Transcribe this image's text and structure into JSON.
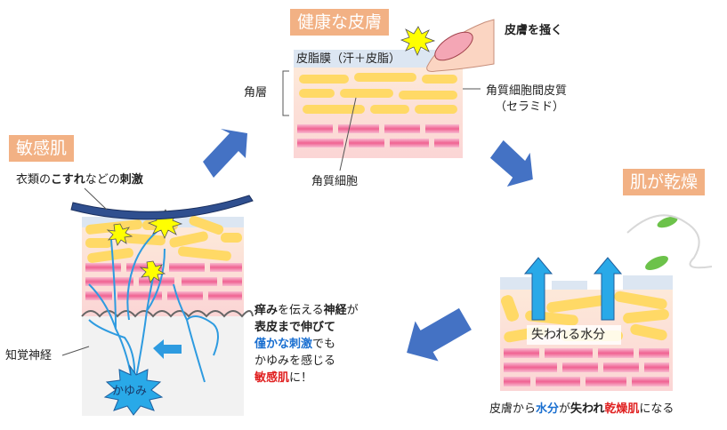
{
  "panels": {
    "healthy": {
      "title": "健康な皮膚",
      "scratch_label": "皮膚を掻く",
      "sebum_label": "皮脂膜（汗＋皮脂）",
      "stratum_label": "角層",
      "intercell_label_line1": "角質細胞間皮質",
      "intercell_label_line2": "（セラミド）",
      "cell_label": "角質細胞"
    },
    "dry": {
      "title": "肌が乾燥",
      "lost_water": "失われる水分",
      "caption_parts": [
        "皮膚から",
        "水分",
        "が",
        "失われ",
        "乾燥肌",
        "になる"
      ]
    },
    "sensitive": {
      "title": "敏感肌",
      "stimulus_parts": [
        "衣類の",
        "こすれ",
        "などの",
        "刺激"
      ],
      "nerve_label": "知覚神経",
      "itch_label": "かゆみ",
      "desc_line1_parts": [
        "痒み",
        "を伝える",
        "神経",
        "が"
      ],
      "desc_line2_parts": [
        "表皮まで伸びて"
      ],
      "desc_line3_parts": [
        "僅かな刺激",
        "でも"
      ],
      "desc_line4_parts": [
        "かゆみを感じる"
      ],
      "desc_line5_parts": [
        "敏感肌",
        "に！"
      ]
    }
  },
  "colors": {
    "tag": "#f2b184",
    "arrow": "#4472c4",
    "cell": "#ffd966",
    "pink": "#f48fb1",
    "nerve": "#2e9be0",
    "flash": "#ffff00"
  }
}
